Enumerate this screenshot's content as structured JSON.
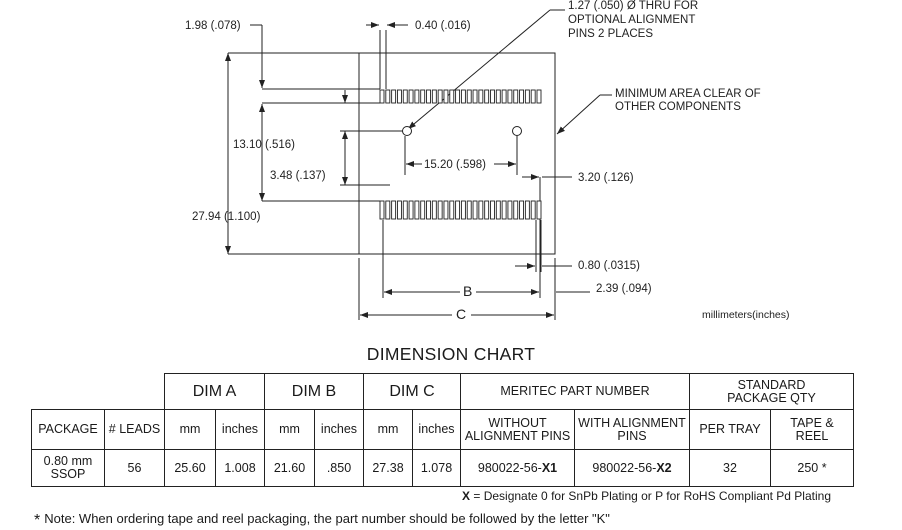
{
  "drawing": {
    "dim_198": "1.98 (.078)",
    "dim_040": "0.40 (.016)",
    "dim_127": [
      "1.27 (.050) Ø THRU FOR",
      "OPTIONAL   ALIGNMENT",
      "PINS 2 PLACES"
    ],
    "min_area": [
      "MINIMUM AREA CLEAR OF",
      "OTHER COMPONENTS"
    ],
    "dim_1310": "13.10 (.516)",
    "dim_1520": "15.20 (.598)",
    "dim_348": "3.48 (.137)",
    "dim_320": "3.20 (.126)",
    "dim_2794": "27.94 (1.100)",
    "dim_080": "0.80 (.0315)",
    "dim_239": "2.39 (.094)",
    "label_b": "B",
    "label_c": "C",
    "units": "millimeters(inches)",
    "pins_per_row": 28
  },
  "chart": {
    "title": "DIMENSION CHART",
    "dim_a": "DIM A",
    "dim_b": "DIM B",
    "dim_c": "DIM C",
    "part_number": "MERITEC PART NUMBER",
    "standard_qty": [
      "STANDARD",
      "PACKAGE QTY"
    ],
    "headers": {
      "package": "PACKAGE",
      "leads": "# LEADS",
      "mm_a": "mm",
      "in_a": "inches",
      "mm_b": "mm",
      "in_b": "inches",
      "mm_c": "mm",
      "in_c": "inches",
      "without": [
        "WITHOUT",
        "ALIGNMENT PINS"
      ],
      "with": [
        "WITH ALIGNMENT",
        "PINS"
      ],
      "per_tray": "PER TRAY",
      "tape": [
        "TAPE &",
        "REEL"
      ]
    },
    "row": {
      "package": [
        "0.80 mm",
        "SSOP"
      ],
      "leads": "56",
      "a_mm": "25.60",
      "a_in": "1.008",
      "b_mm": "21.60",
      "b_in": ".850",
      "c_mm": "27.38",
      "c_in": "1.078",
      "pn_without_prefix": "980022-56-",
      "pn_without_suffix": "X1",
      "pn_with_prefix": "980022-56-",
      "pn_with_suffix": "X2",
      "per_tray": "32",
      "tape_reel": "250 *"
    }
  },
  "footer": {
    "x_mark": "X",
    "x_text": " = Designate 0 for SnPb Plating or P for RoHS Compliant Pd Plating",
    "star": "*",
    "note": "Note: When ordering tape and reel packaging, the part number should be followed by the letter \"K\""
  }
}
